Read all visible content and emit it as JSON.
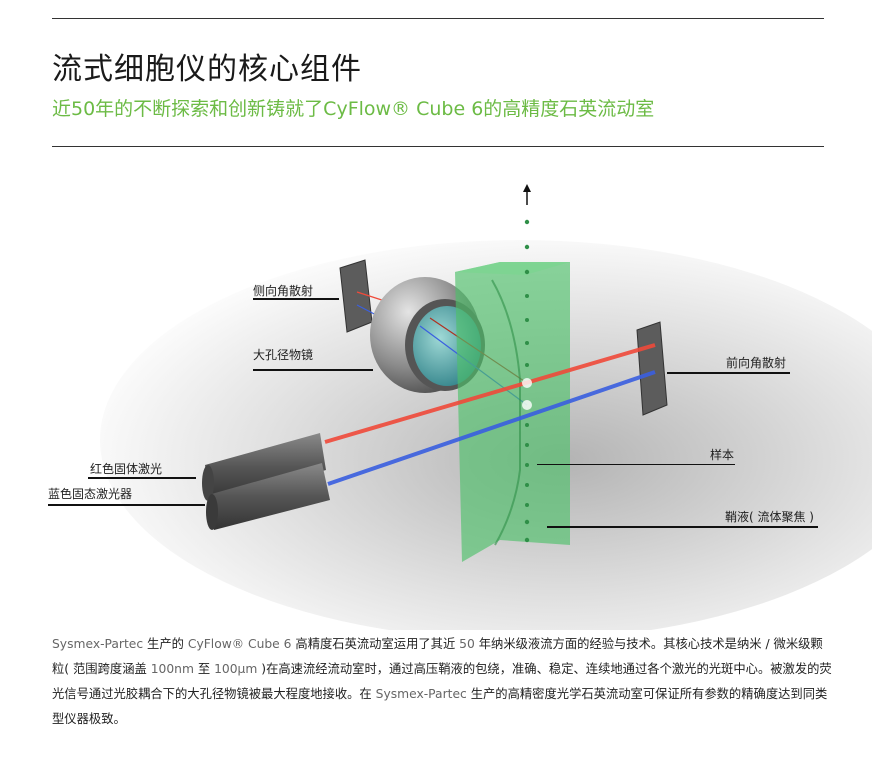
{
  "header": {
    "title": "流式细胞仪的核心组件",
    "subtitle": "近50年的不断探索和创新铸就了CyFlow® Cube 6的高精度石英流动室"
  },
  "diagram": {
    "labels": {
      "side_scatter": "侧向角散射",
      "objective": "大孔径物镜",
      "forward_scatter": "前向角散射",
      "sample": "样本",
      "sheath": "鞘液( 流体聚焦 )",
      "red_laser": "红色固体激光",
      "blue_laser": "蓝色固态激光器"
    },
    "colors": {
      "flow_cell": "#4fc06a",
      "red_beam": "#f04a3a",
      "blue_beam": "#3a5fe0",
      "accent": "#6cbb45"
    }
  },
  "body": {
    "p1_a": "Sysmex-Partec",
    "p1_b": " 生产的 ",
    "p1_c": "CyFlow® Cube 6",
    "p1_d": " 高精度石英流动室运用了其近 ",
    "p1_e": "50",
    "p1_f": " 年纳米级液流方面的经验与技术。其核心技术是纳米 / 微米级颗粒( 范围跨度涵盖 ",
    "p1_g": "100nm",
    "p1_h": " 至 ",
    "p1_i": "100μm",
    "p1_j": " )在高速流经流动室时，通过高压鞘液的包绕，准确、稳定、连续地通过各个激光的光斑中心。被激发的荧光信号通过光胶耦合下的大孔径物镜被最大程度地接收。在 ",
    "p1_k": "Sysmex-Partec",
    "p1_l": " 生产的高精密度光学石英流动室可保证所有参数的精确度达到同类型仪器极致。"
  }
}
